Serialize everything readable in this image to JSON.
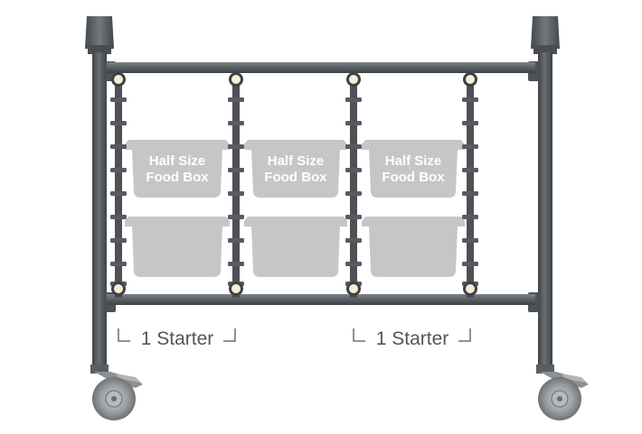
{
  "diagram": {
    "food_box_labels": [
      [
        "Half Size",
        "Food Box"
      ],
      [
        "Half Size",
        "Food Box"
      ],
      [
        "Half Size",
        "Food Box"
      ]
    ],
    "starter_labels": [
      "1 Starter",
      "1 Starter"
    ],
    "colors": {
      "frame": "#5f6469",
      "frame_dark": "#3e4246",
      "frame_light": "#8a8f94",
      "box": "#c6c6c6",
      "wheel": "#9a9da0",
      "bracket": "#6d6d6d",
      "text_gray": "#555555",
      "knob": "#f4f0d8"
    }
  }
}
